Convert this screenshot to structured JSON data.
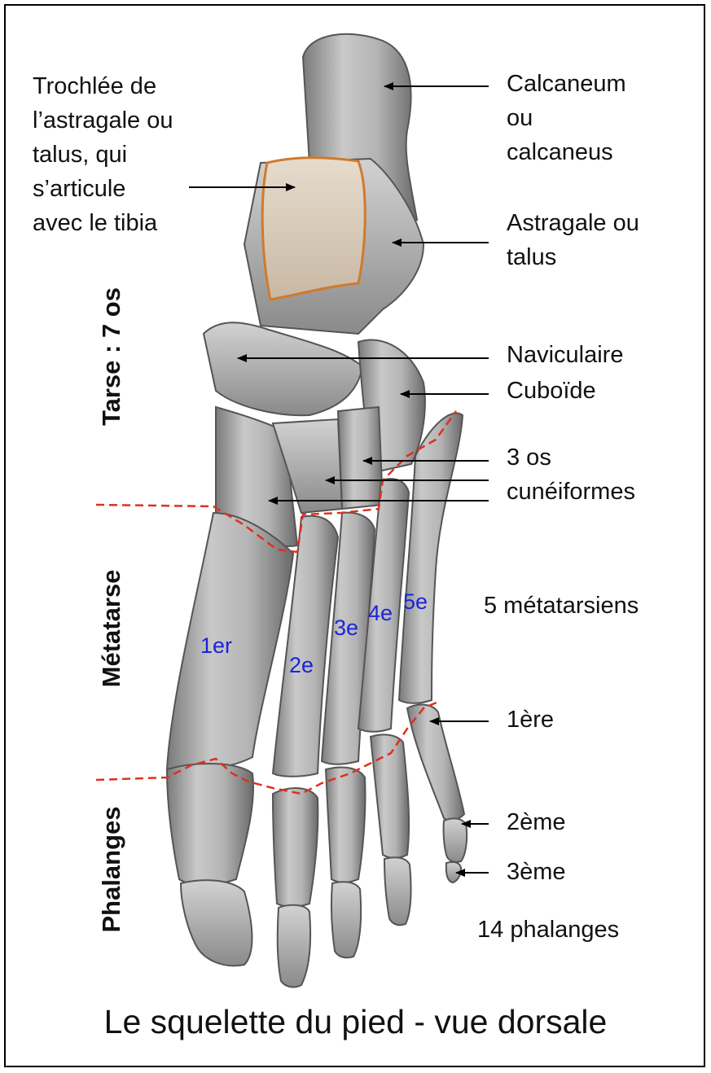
{
  "caption": "Le squelette du pied - vue dorsale",
  "left_labels": {
    "trochlee_l1": "Trochlée de",
    "trochlee_l2": "l’astragale ou",
    "trochlee_l3": "talus, qui",
    "trochlee_l4": "s’articule",
    "trochlee_l5": "avec le tibia"
  },
  "right_labels": {
    "calcaneum_l1": "Calcaneum",
    "calcaneum_l2": "ou",
    "calcaneum_l3": "calcaneus",
    "astragale_l1": "Astragale ou",
    "astragale_l2": "talus",
    "naviculaire": "Naviculaire",
    "cuboide": "Cuboïde",
    "cuneiformes_l1": "3 os",
    "cuneiformes_l2": "cunéiformes",
    "metatarsiens": "5 métatarsiens",
    "phalange_1": "1ère",
    "phalange_2": "2ème",
    "phalange_3": "3ème",
    "phalanges_total": "14 phalanges"
  },
  "section_labels": {
    "tarse": "Tarse : 7 os",
    "metatarse": "Métatarse",
    "phalanges": "Phalanges"
  },
  "metatarsal_numbers": [
    "1er",
    "2e",
    "3e",
    "4e",
    "5e"
  ],
  "colors": {
    "bone": "#b9b9b9",
    "bone_shadow": "#6e6e6e",
    "trochlea_fill": "#dccfc0",
    "trochlea_outline": "#d07a2c",
    "divider_dashes": "#e0301e",
    "metatarsal_numbers": "#1a24d8"
  }
}
